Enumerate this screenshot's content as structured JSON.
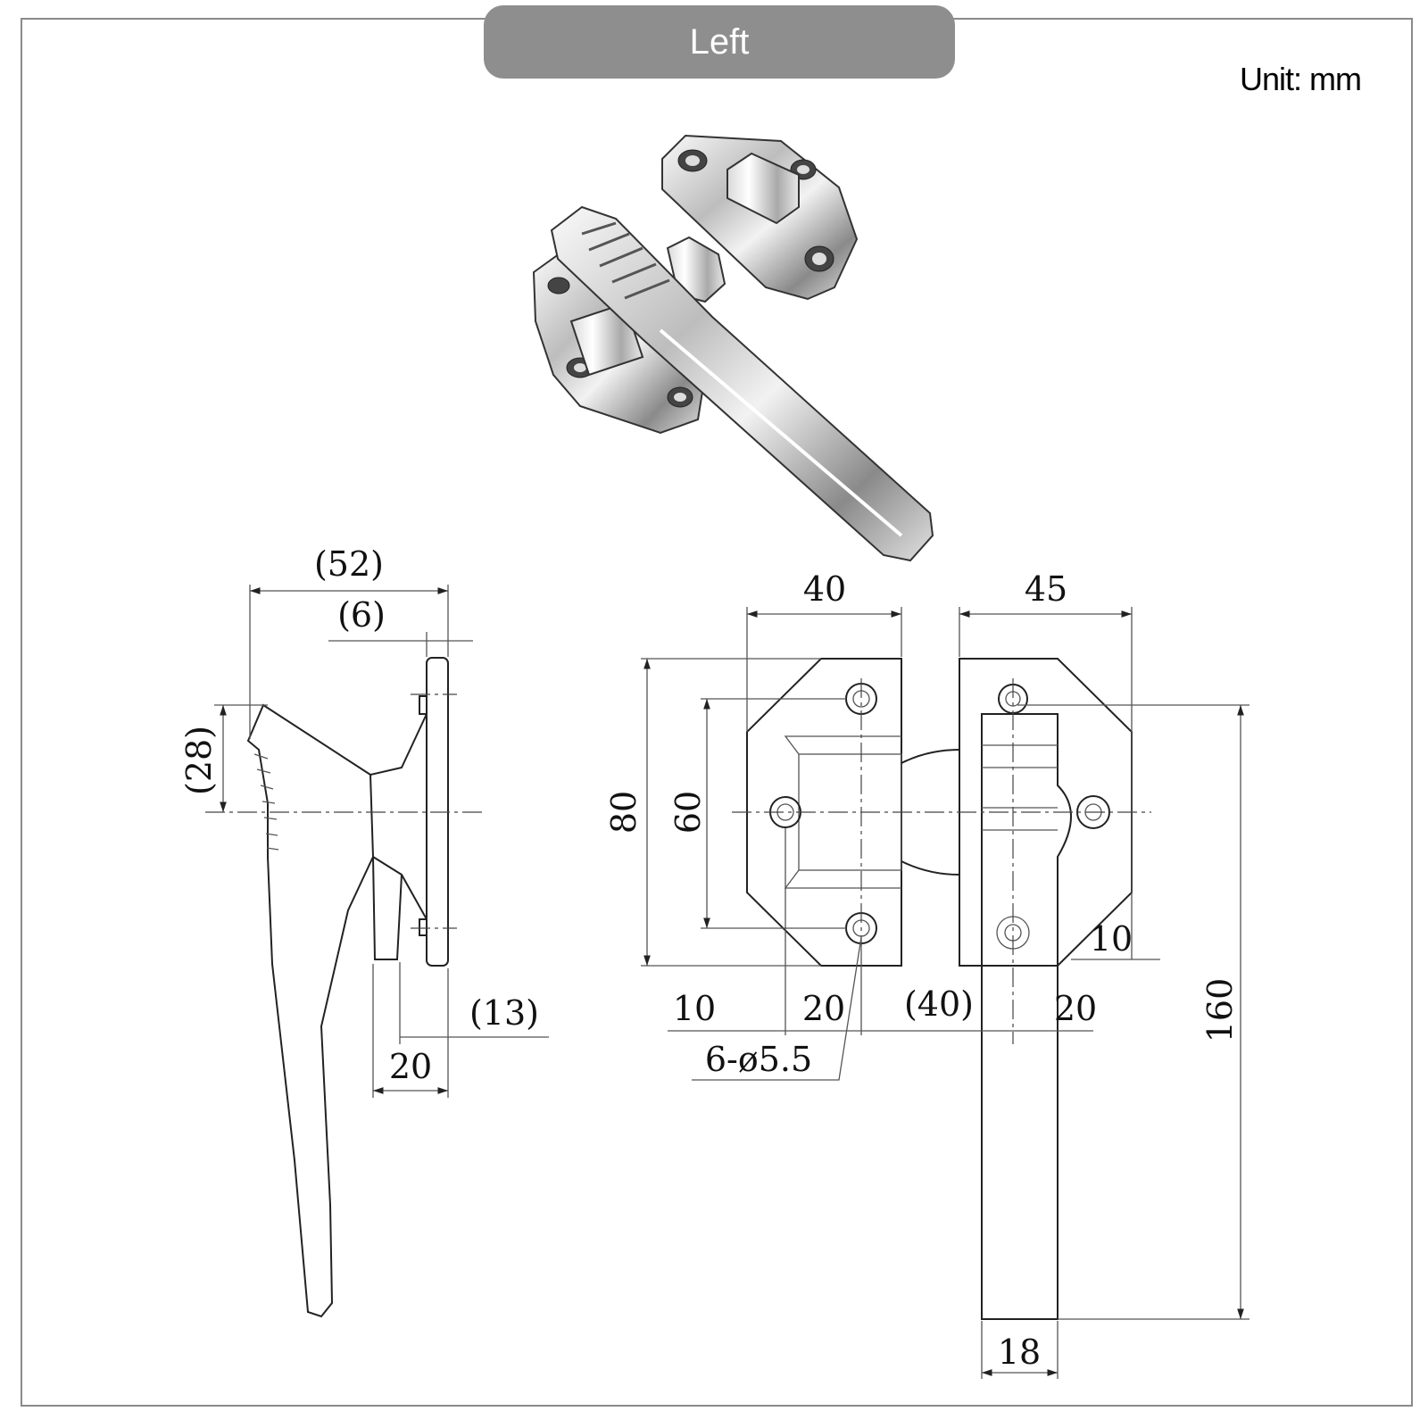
{
  "header": {
    "title": "Left",
    "unit": "Unit: mm"
  },
  "side_view": {
    "dim_overall_width": "(52)",
    "dim_plate_thickness": "(6)",
    "dim_offset": "(28)",
    "dim_base_offset": "(13)",
    "dim_neck_width": "20"
  },
  "front_view": {
    "dim_keeper_width": "40",
    "dim_latch_width": "45",
    "dim_height_outer": "80",
    "dim_height_holes": "60",
    "dim_left_edge": "10",
    "dim_keeper_hole": "20",
    "dim_gap": "(40)",
    "dim_latch_hole": "20",
    "dim_right_edge": "10",
    "dim_holes": "6-ø5.5",
    "dim_handle_length": "160",
    "dim_handle_width": "18"
  },
  "colors": {
    "header_bg": "#8e8e8e",
    "frame": "#8a8a8a",
    "line": "#222222"
  }
}
